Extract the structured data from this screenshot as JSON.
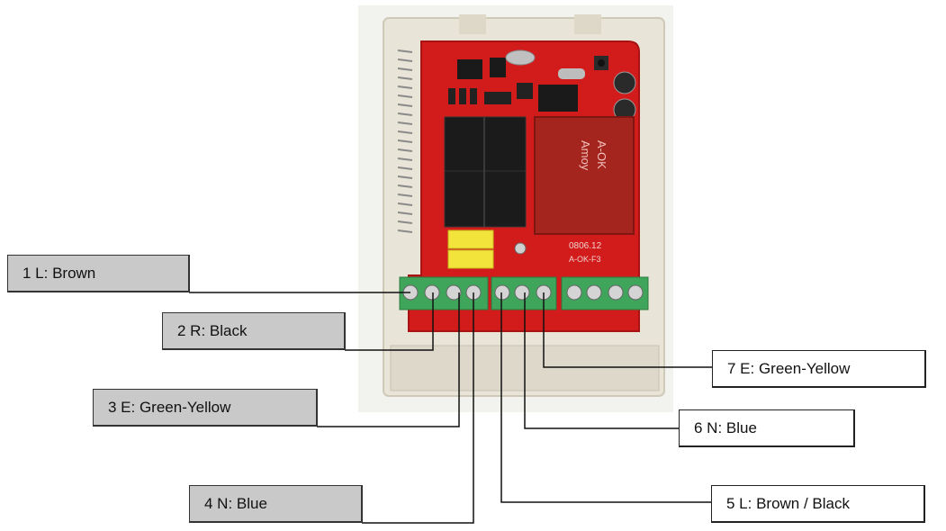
{
  "module": {
    "relay_body_text": "A-OK\nAmoy",
    "board_code": "0806.12",
    "board_model": "A-OK-F3"
  },
  "labels": [
    {
      "id": "1",
      "text": "1 L: Brown"
    },
    {
      "id": "2",
      "text": "2 R: Black"
    },
    {
      "id": "3",
      "text": "3 E: Green-Yellow"
    },
    {
      "id": "4",
      "text": "4 N: Blue"
    },
    {
      "id": "5",
      "text": "5 L: Brown / Black"
    },
    {
      "id": "6",
      "text": "6 N: Blue"
    },
    {
      "id": "7",
      "text": "7 E: Green-Yellow"
    }
  ]
}
